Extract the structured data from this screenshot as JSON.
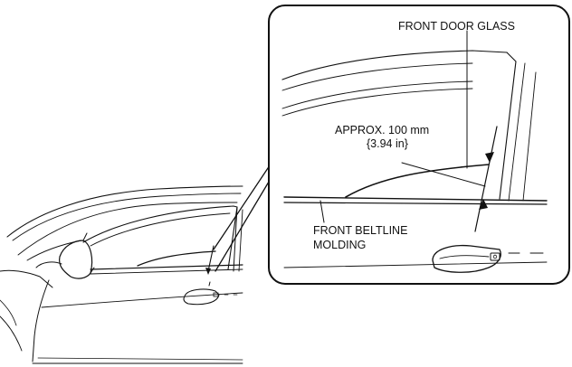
{
  "labels": {
    "front_door_glass": "FRONT DOOR GLASS",
    "approx_mm": "APPROX. 100 mm",
    "approx_in": "{3.94 in}",
    "front_beltline_line1": "FRONT BELTLINE",
    "front_beltline_line2": "MOLDING"
  }
}
